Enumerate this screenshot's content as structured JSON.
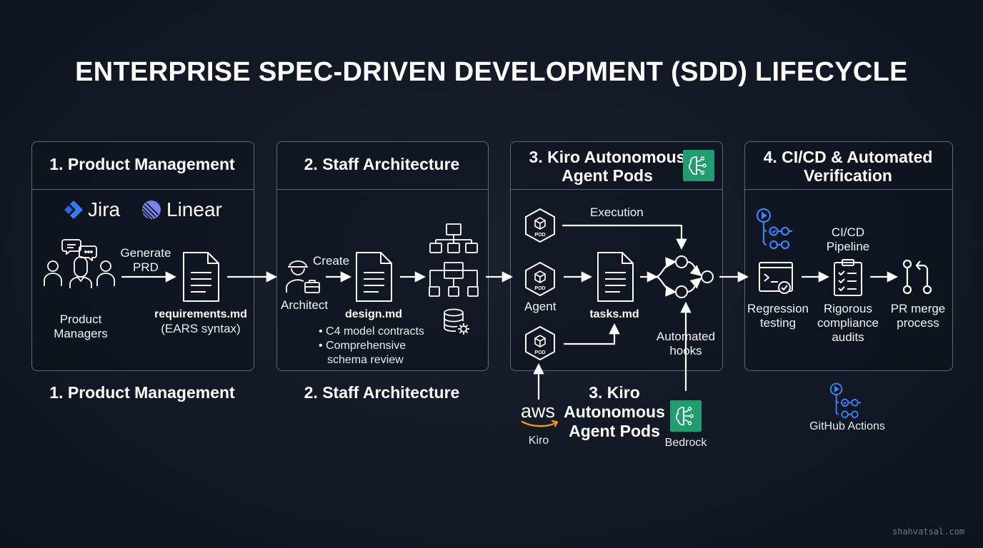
{
  "title": "ENTERPRISE SPEC-DRIVEN DEVELOPMENT (SDD) LIFECYCLE",
  "stages": [
    {
      "header": "1. Product Management",
      "tools": [
        "Jira",
        "Linear"
      ],
      "actor": "Product Managers",
      "action": "Generate PRD",
      "artifact": "requirements.md",
      "artifact_note": "(EARS syntax)"
    },
    {
      "header": "2. Staff Architecture",
      "actor": "Architect",
      "action": "Create",
      "artifact": "design.md",
      "bullets": [
        "C4 model contracts",
        "Comprehensive schema review"
      ]
    },
    {
      "header": "3. Kiro Autonomous Agent Pods",
      "pod_badge": "POD",
      "actor": "Agent",
      "flow_label": "Execution",
      "artifact": "tasks.md",
      "hooks_label": "Automated hooks"
    },
    {
      "header": "4. CI/CD & Automated Verification",
      "pipeline_label": "CI/CD Pipeline",
      "steps": [
        "Regression testing",
        "Rigorous compliance audits",
        "PR merge process"
      ]
    }
  ],
  "bottom_labels": [
    "1. Product Management",
    "2. Staff Architecture",
    "3. Kiro Autonomous Agent Pods"
  ],
  "tech": {
    "aws_logo": "aws",
    "kiro": "Kiro",
    "bedrock": "Bedrock",
    "github_actions": "GitHub Actions"
  },
  "watermark": "shahvatsal.com",
  "colors": {
    "background": "#121925",
    "panel_border": "#5d6674",
    "bedrock_green": "#1f9d6e",
    "jira_blue": "#2d7ff9",
    "linear_purple": "#7b83f0",
    "actions_blue": "#3b82f6",
    "aws_orange": "#ff9900"
  },
  "icons": [
    "jira-logo-icon",
    "linear-logo-icon",
    "people-chat-icon",
    "document-icon",
    "architect-icon",
    "hierarchy-icon",
    "database-gear-icon",
    "pod-icon",
    "bedrock-brain-icon",
    "github-actions-icon",
    "terminal-check-icon",
    "checklist-icon",
    "pull-request-icon",
    "aws-logo-icon"
  ]
}
